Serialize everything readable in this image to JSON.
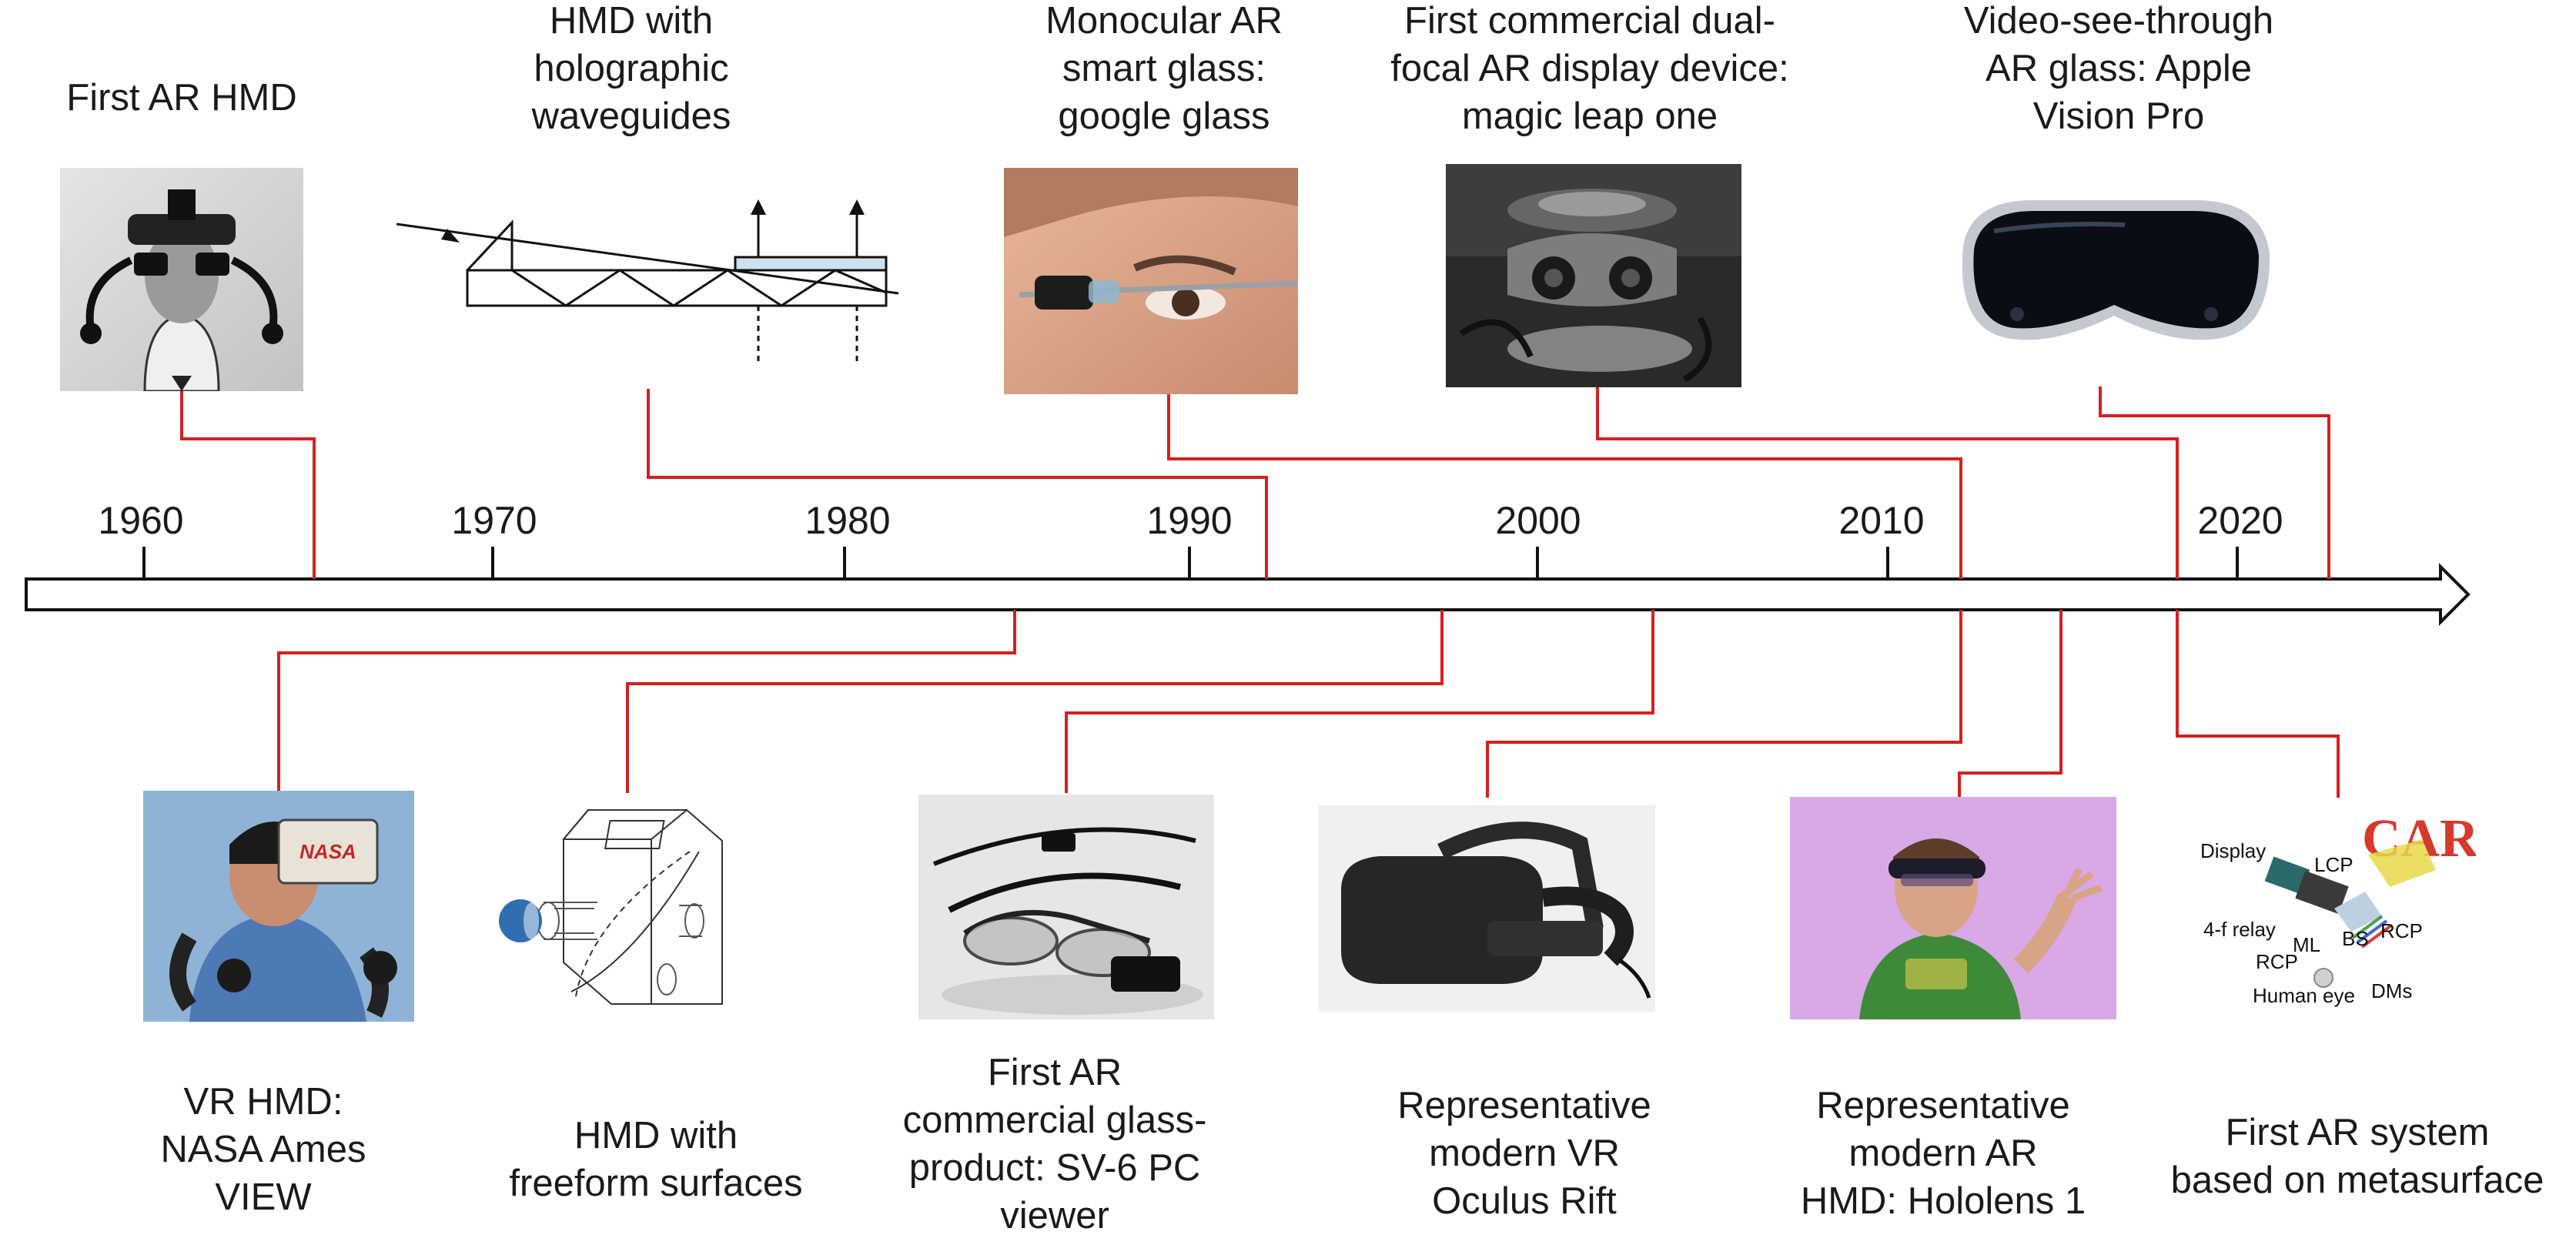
{
  "timeline": {
    "years": [
      "1960",
      "1970",
      "1980",
      "1990",
      "2000",
      "2010",
      "2020"
    ],
    "axis_color": "#111111",
    "connector_color": "#d42020"
  },
  "top_items": [
    {
      "caption": [
        "First AR HMD"
      ],
      "icon": "first-ar-hmd-photo"
    },
    {
      "caption": [
        "HMD with",
        "holographic",
        "waveguides"
      ],
      "icon": "waveguide-diagram"
    },
    {
      "caption": [
        "Monocular AR",
        "smart glass:",
        "google glass"
      ],
      "icon": "google-glass-photo"
    },
    {
      "caption": [
        "First commercial dual-",
        "focal AR display device:",
        "magic leap one"
      ],
      "icon": "magic-leap-photo"
    },
    {
      "caption": [
        "Video-see-through",
        "AR glass: Apple",
        "Vision Pro"
      ],
      "icon": "vision-pro-photo"
    }
  ],
  "bottom_items": [
    {
      "caption": [
        "VR HMD:",
        "NASA Ames",
        "VIEW"
      ],
      "icon": "nasa-view-photo",
      "badge": "NASA"
    },
    {
      "caption": [
        "HMD with",
        "freeform surfaces"
      ],
      "icon": "freeform-prism-diagram"
    },
    {
      "caption": [
        "First AR",
        "commercial glass-",
        "product: SV-6 PC",
        "viewer"
      ],
      "icon": "sv6-viewer-photo"
    },
    {
      "caption": [
        "Representative",
        "modern VR",
        "Oculus Rift"
      ],
      "icon": "oculus-rift-photo"
    },
    {
      "caption": [
        "Representative",
        "modern AR",
        "HMD: Hololens 1"
      ],
      "icon": "hololens-photo"
    },
    {
      "caption": [
        "First AR system",
        "based on metasurface"
      ],
      "icon": "metasurface-ar-diagram",
      "diagram_labels": [
        "Display",
        "LCP",
        "4-f relay",
        "ML",
        "BS",
        "RCP",
        "RCP",
        "Human eye",
        "DMs"
      ],
      "logo_text": "CAR"
    }
  ]
}
